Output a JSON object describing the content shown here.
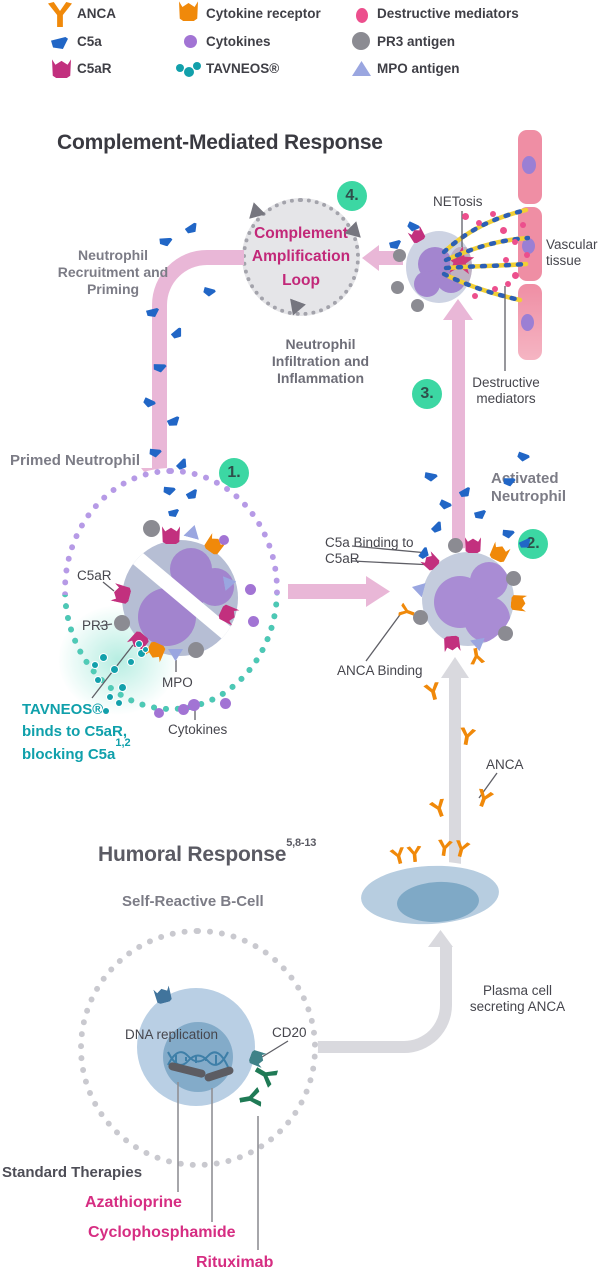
{
  "legend": {
    "items": [
      {
        "label": "ANCA",
        "icon": "anca-antibody-icon"
      },
      {
        "label": "C5a",
        "icon": "c5a-fragment-icon"
      },
      {
        "label": "C5aR",
        "icon": "c5ar-receptor-icon"
      },
      {
        "label": "Cytokine receptor",
        "icon": "cytokine-receptor-icon"
      },
      {
        "label": "Cytokines",
        "icon": "cytokine-icon"
      },
      {
        "label": "TAVNEOS®",
        "icon": "tavneos-molecule-icon"
      },
      {
        "label": "Destructive mediators",
        "icon": "destructive-mediator-icon"
      },
      {
        "label": "PR3 antigen",
        "icon": "pr3-antigen-icon"
      },
      {
        "label": "MPO antigen",
        "icon": "mpo-antigen-icon"
      }
    ]
  },
  "complement": {
    "title": "Complement-Mediated Response",
    "loop_line1": "Complement",
    "loop_line2": "Amplification",
    "loop_line3": "Loop",
    "step1": "1.",
    "step2": "2.",
    "step3": "3.",
    "step4": "4.",
    "netosis_label": "NETosis",
    "vascular_label": "Vascular tissue",
    "recruitment_label": "Neutrophil Recruitment and Priming",
    "infiltration_label": "Neutrophil Infiltration and Inflammation",
    "destructive_label": "Destructive mediators",
    "primed_label": "Primed Neutrophil",
    "activated_label": "Activated Neutrophil",
    "c5a_binding_label": "C5a Binding to C5aR",
    "anca_binding_label": "ANCA Binding",
    "anca_label": "ANCA",
    "c5ar_label": "C5aR",
    "pr3_label": "PR3",
    "mpo_label": "MPO",
    "cytokines_label": "Cytokines",
    "tavneos_line1": "TAVNEOS®",
    "tavneos_line2": "binds to C5aR,",
    "tavneos_line3": "blocking C5a",
    "tavneos_sup": "1,2"
  },
  "humoral": {
    "title": "Humoral Response",
    "title_sup": "5,8-13",
    "bcell_label": "Self-Reactive B-Cell",
    "dna_label": "DNA replication",
    "cd20_label": "CD20",
    "plasma_label": "Plasma cell secreting ANCA",
    "standard_label": "Standard Therapies",
    "therapies": [
      {
        "name": "Azathioprine"
      },
      {
        "name": "Cyclophosphamide"
      },
      {
        "name": "Rituximab"
      }
    ]
  },
  "colors": {
    "anca_orange": "#f0890a",
    "c5a_blue": "#2166c6",
    "c5ar_magenta": "#c2307e",
    "cytokine_purple": "#a274d4",
    "tavneos_teal": "#12a0ab",
    "destructive_pink": "#ec4f8d",
    "pr3_gray": "#8b8b92",
    "mpo_lavender": "#9aa6e0",
    "step_green": "#3cd7a3",
    "loop_text_magenta": "#c22879",
    "therapy_magenta": "#d62d82",
    "arrow_pink": "#e9b7d7",
    "arrow_gray": "#d9d9de",
    "vascular_pink": "#ef8ea4",
    "rituximab_green": "#1f7a55"
  }
}
